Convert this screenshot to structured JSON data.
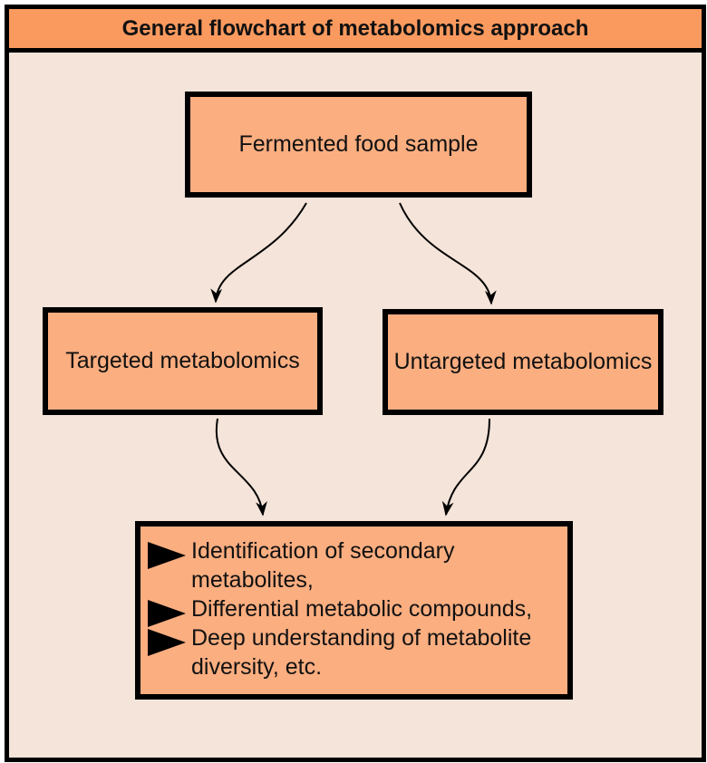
{
  "title": "General flowchart of metabolomics approach",
  "nodes": {
    "sample": "Fermented food sample",
    "targeted": "Targeted metabolomics",
    "untargeted": "Untargeted metabolomics"
  },
  "outcomes": [
    "Identification of secondary metabolites,",
    "Differential metabolic compounds,",
    "Deep understanding of metabolite diversity, etc."
  ],
  "edges": [
    {
      "from": "sample",
      "to": "targeted"
    },
    {
      "from": "sample",
      "to": "untargeted"
    },
    {
      "from": "targeted",
      "to": "outcomes"
    },
    {
      "from": "untargeted",
      "to": "outcomes"
    }
  ],
  "colors": {
    "background": "#f4e4d9",
    "title_fill": "#fb9a5f",
    "node_fill": "#fbae80",
    "border": "#000000"
  }
}
